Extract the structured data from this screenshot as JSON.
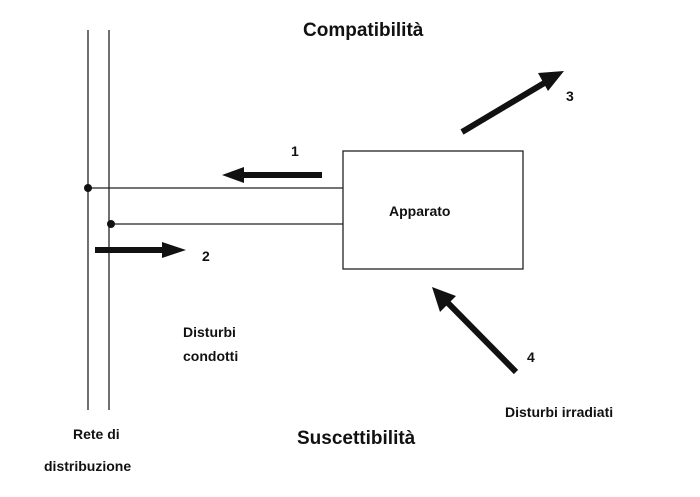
{
  "title_top": "Compatibilità",
  "title_bottom": "Suscettibilità",
  "device_label": "Apparato",
  "arrows": [
    {
      "id": "1",
      "label": "1"
    },
    {
      "id": "2",
      "label": "2"
    },
    {
      "id": "3",
      "label": "3"
    },
    {
      "id": "4",
      "label": "4"
    }
  ],
  "conducted_label_line1": "Disturbi",
  "conducted_label_line2": "condotti",
  "radiated_label": "Disturbi irradiati",
  "network_label_line1": "Rete di",
  "network_label_line2": "distribuzione",
  "colors": {
    "ink": "#111111",
    "background": "#ffffff"
  }
}
